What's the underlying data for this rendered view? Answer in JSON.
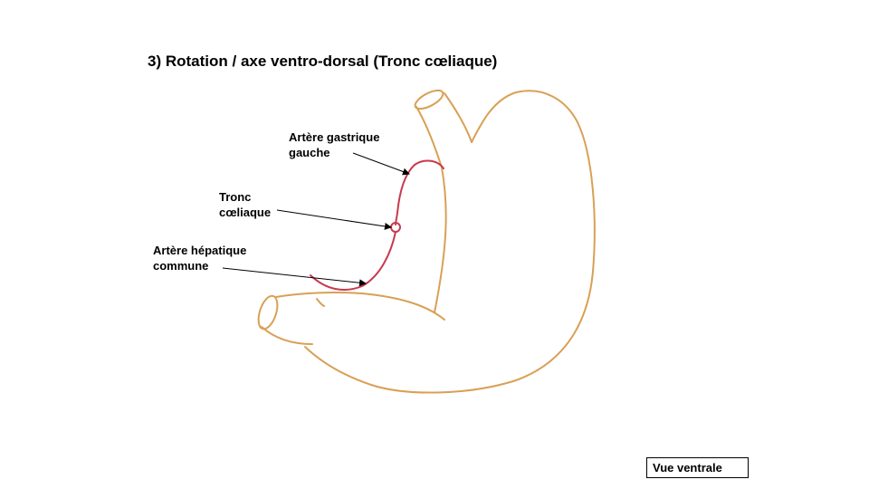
{
  "title": "3) Rotation / axe ventro-dorsal (Tronc cœliaque)",
  "labels": {
    "gastric": "Artère gastrique\ngauche",
    "tronc": "Tronc\ncœliaque",
    "hepatic": "Artère hépatique\ncommune"
  },
  "view_label": "Vue ventrale",
  "colors": {
    "stomach_outline": "#d9a055",
    "artery": "#c8394e",
    "arrow": "#000000"
  }
}
